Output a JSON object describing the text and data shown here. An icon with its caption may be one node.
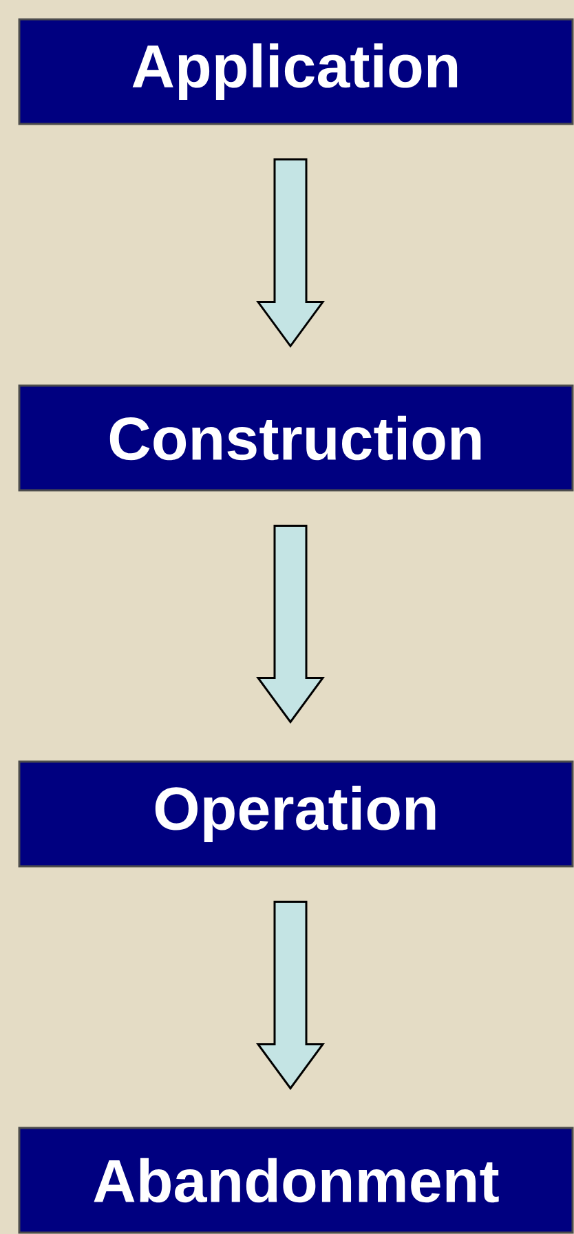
{
  "diagram": {
    "nodes": [
      {
        "text": [
          "Application"
        ]
      },
      {
        "text": [
          "Construction"
        ]
      },
      {
        "text": [
          "Operation"
        ]
      },
      {
        "text": [
          "Abandonment"
        ]
      }
    ],
    "edges": [
      {
        "from": 0,
        "to": 1,
        "arrow": "to"
      },
      {
        "from": 1,
        "to": 2,
        "arrow": "to"
      },
      {
        "from": 2,
        "to": 3,
        "arrow": "to"
      }
    ]
  }
}
